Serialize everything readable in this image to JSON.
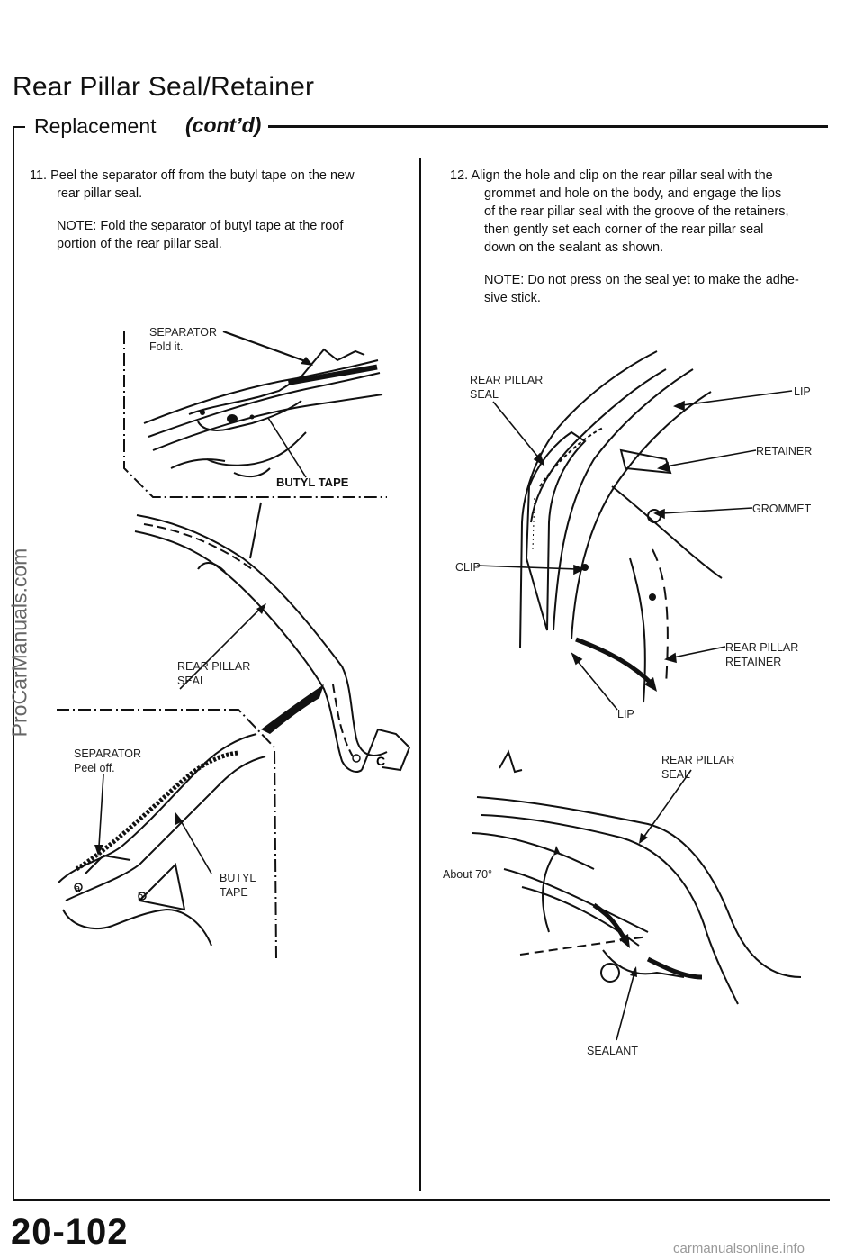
{
  "header": {
    "title": "Rear Pillar Seal/Retainer",
    "subtitle": "Replacement",
    "subtitle_suffix": "(cont’d)"
  },
  "step11": {
    "line1": "11.  Peel the separator off from the butyl tape on the new",
    "line2": "rear pillar seal.",
    "note1": "NOTE:  Fold the separator of butyl tape at the roof",
    "note2": "portion of the rear pillar seal."
  },
  "step12": {
    "line1": "12.  Align the hole and clip on the rear pillar seal with the",
    "line2": "grommet and hole on the body, and engage the lips",
    "line3": "of the rear pillar seal with the groove of the retainers,",
    "line4": "then gently set each corner of the rear pillar seal",
    "line5": "down on the sealant as shown.",
    "note1": "NOTE:  Do not press on the seal yet to make the adhe-",
    "note2": "sive stick."
  },
  "figure_left_top": {
    "separator": "SEPARATOR",
    "fold_it": "Fold it.",
    "butyl_tape": "BUTYL TAPE"
  },
  "figure_left_mid": {
    "rear_pillar": "REAR PILLAR",
    "seal": "SEAL",
    "mark_c": "C"
  },
  "figure_left_bottom": {
    "separator": "SEPARATOR",
    "peel_off": "Peel off.",
    "butyl": "BUTYL",
    "tape": "TAPE",
    "mark_a": "a",
    "mark_b": "b"
  },
  "figure_right_top": {
    "rear_pillar": "REAR PILLAR",
    "seal": "SEAL",
    "lip_top": "LIP",
    "retainer": "RETAINER",
    "grommet": "GROMMET",
    "clip": "CLIP",
    "rear_pillar_2": "REAR PILLAR",
    "retainer_2": "RETAINER",
    "lip_bottom": "LIP"
  },
  "figure_right_bottom": {
    "rear_pillar": "REAR PILLAR",
    "seal": "SEAL",
    "angle": "About 70°",
    "sealant": "SEALANT"
  },
  "footer": {
    "page_number": "20-102",
    "site": "carmanualsonline.info",
    "watermark": "ProCarManuals.com"
  }
}
